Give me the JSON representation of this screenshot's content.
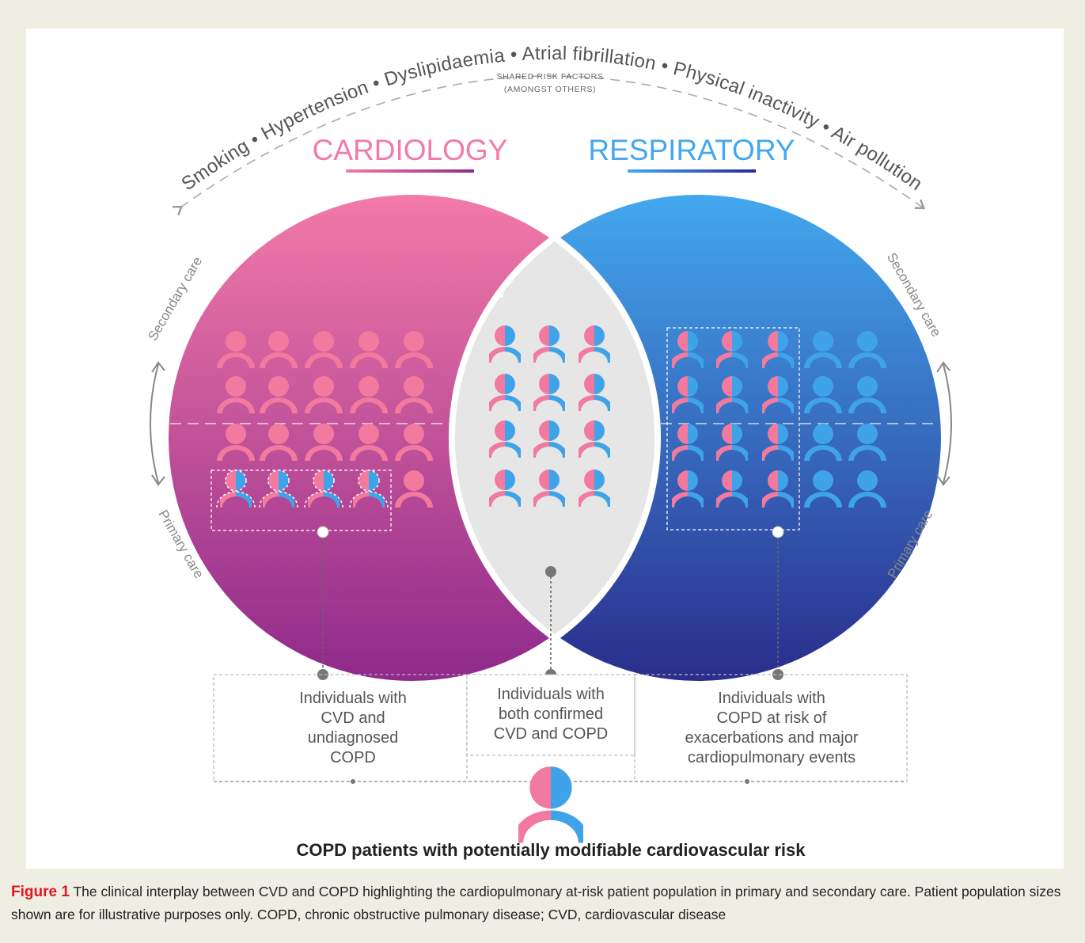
{
  "risk_factors": {
    "items": [
      "Smoking",
      "Hypertension",
      "Dyslipidaemia",
      "Atrial fibrillation",
      "Physical inactivity",
      "Air pollution"
    ],
    "arc_text": "Smoking • Hypertension • Dyslipidaemia • Atrial fibrillation • Physical inactivity • Air pollution",
    "shared_label": "SHARED RISK FACTORS",
    "shared_sub": "(AMONGST OTHERS)"
  },
  "headings": {
    "cardiology": "CARDIOLOGY",
    "respiratory": "RESPIRATORY"
  },
  "care_levels": {
    "left_secondary": "Secondary care",
    "left_primary": "Primary care",
    "right_secondary": "Secondary care",
    "right_primary": "Primary care"
  },
  "boxes": {
    "left": [
      "Individuals with",
      "CVD and",
      "undiagnosed",
      "COPD"
    ],
    "center": [
      "Individuals with",
      "both confirmed",
      "CVD and COPD"
    ],
    "right": [
      "Individuals with",
      "COPD at risk of",
      "exacerbations and major",
      "cardiopulmonary events"
    ]
  },
  "bottom_label": "COPD patients with potentially modifiable cardiovascular risk",
  "caption": {
    "label": "Figure 1",
    "text": " The clinical interplay between CVD and COPD highlighting the cardiopulmonary at-risk patient population in primary and secondary care. Patient population sizes shown are for illustrative purposes only. COPD, chronic obstructive pulmonary disease; CVD, cardiovascular disease"
  },
  "colors": {
    "pink": "#f37aa8",
    "magenta": "#8f2a8b",
    "blue_light": "#43a8ef",
    "blue_dark": "#2a2d8c",
    "overlap": "#e6e6e6",
    "person_pink": "#f27a9f",
    "person_blue": "#3fa3ea"
  },
  "icons": {
    "person": "person-icon",
    "half_person": "half-person-icon",
    "arrow": "double-arrow-icon"
  }
}
